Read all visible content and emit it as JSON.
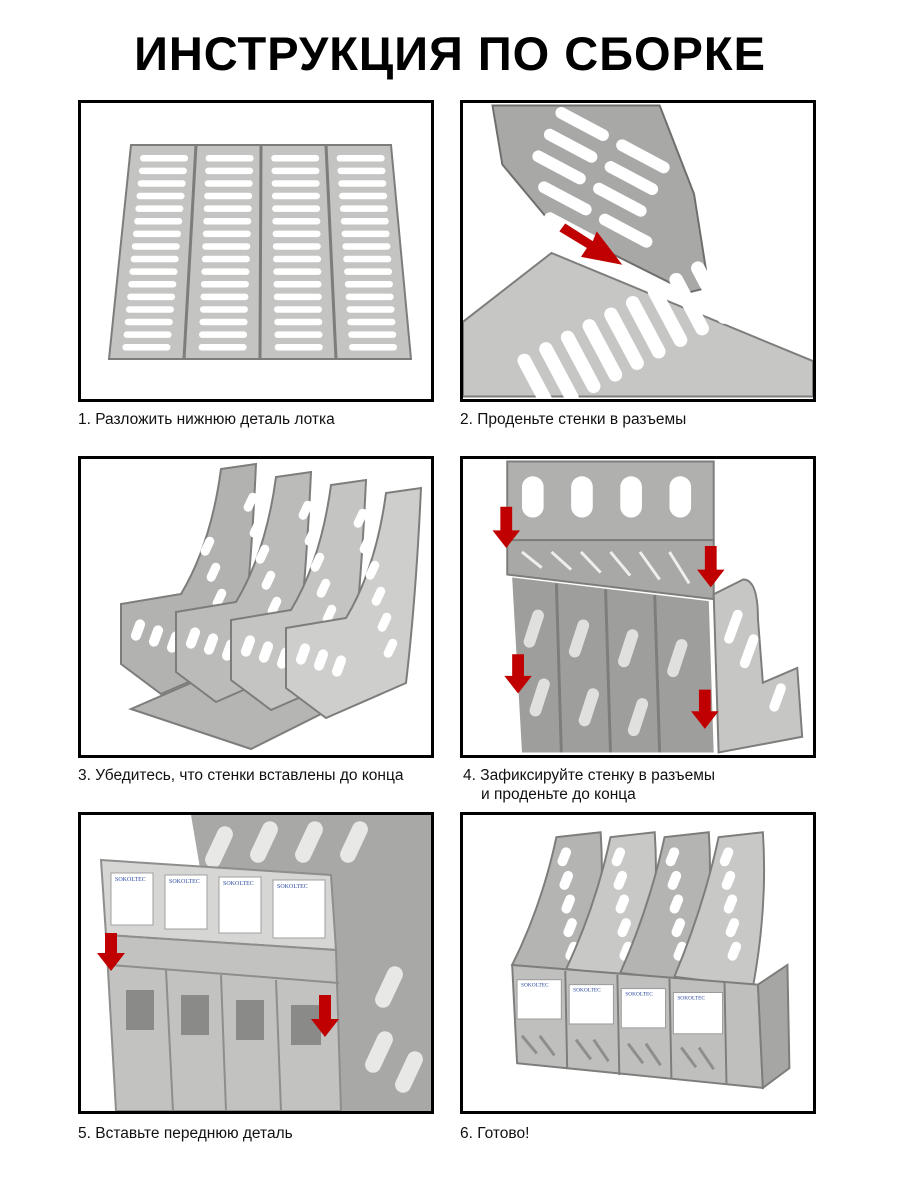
{
  "title": "ИНСТРУКЦИЯ ПО СБОРКЕ",
  "colors": {
    "plastic": "#b9b9b7",
    "plastic_dark": "#8e8e8c",
    "arrow": "#c00000",
    "border": "#000000"
  },
  "steps": [
    {
      "caption": "1. Разложить нижнюю деталь лотка"
    },
    {
      "caption": "2. Проденьте стенки в разъемы"
    },
    {
      "caption": "3. Убедитесь, что стенки вставлены до конца"
    },
    {
      "caption_line1": "4. Зафиксируйте стенку в разъемы",
      "caption_line2": "и проденьте до конца"
    },
    {
      "caption": "5. Вставьте переднюю деталь"
    },
    {
      "caption": "6. Готово!"
    }
  ],
  "labels": {
    "brand": "SOKOLTEC"
  }
}
